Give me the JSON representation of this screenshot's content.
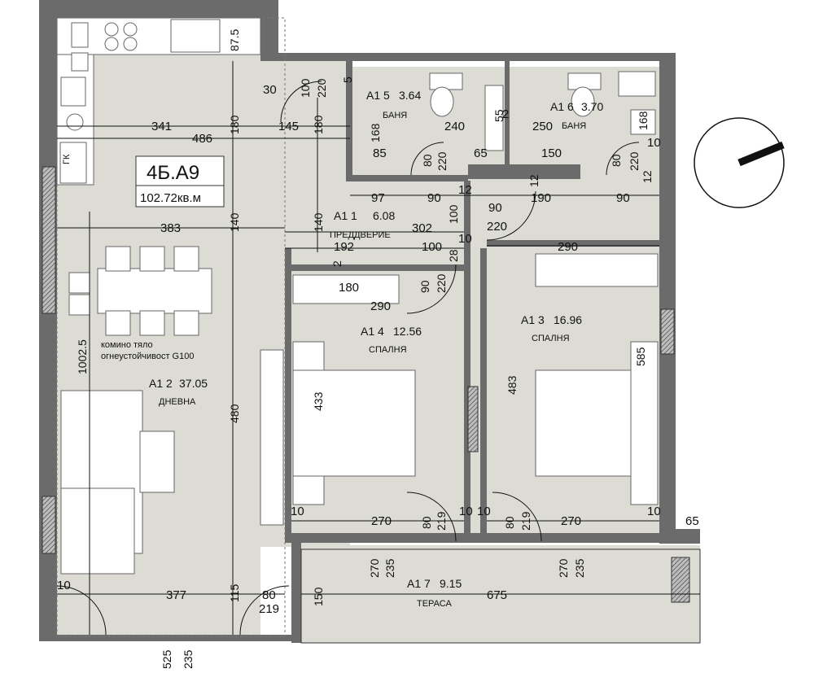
{
  "apartment": {
    "code": "4Б.А9",
    "area": "102.72кв.м"
  },
  "rooms": [
    {
      "id": "A1 1",
      "area": "6.08",
      "name": "ПРЕДДВЕРИЕ"
    },
    {
      "id": "A1 2",
      "area": "37.05",
      "name": "ДНЕВНА"
    },
    {
      "id": "A1 3",
      "area": "16.96",
      "name": "СПАЛНЯ"
    },
    {
      "id": "A1 4",
      "area": "12.56",
      "name": "СПАЛНЯ"
    },
    {
      "id": "A1 5",
      "area": "3.64",
      "name": "БАНЯ"
    },
    {
      "id": "A1 6",
      "area": "3.70",
      "name": "БАНЯ"
    },
    {
      "id": "A1 7",
      "area": "9.15",
      "name": "ТЕРАСА"
    }
  ],
  "notes": {
    "fireplace_line1": "комино тяло",
    "fireplace_line2": "огнеустойчивост G100",
    "gk": "ГК"
  },
  "dims": {
    "d341": "341",
    "d486": "486",
    "d145": "145",
    "d180a": "180",
    "d180b": "180",
    "d87_5": "87.5",
    "d30": "30",
    "d100a": "100",
    "d220a": "220",
    "d5": "5",
    "d168a": "168",
    "d85": "85",
    "d80a": "80",
    "d220b": "220",
    "d240": "240",
    "d2": "2",
    "d55": "55",
    "d250": "250",
    "d168b": "168",
    "d65a": "65",
    "d150a": "150",
    "d80b": "80",
    "d220c": "220",
    "d10a": "10",
    "d12a": "12",
    "d97": "97",
    "d90a": "90",
    "d12b": "12",
    "d190": "190",
    "d90b": "90",
    "d12c": "12",
    "d383": "383",
    "d140a": "140",
    "d140b": "140",
    "d302": "302",
    "d100b": "100",
    "d90c": "90",
    "d220d": "220",
    "d10b": "10",
    "d192": "192",
    "d100c": "100",
    "d290a": "290",
    "d28": "28",
    "d2b": "2",
    "d180c": "180",
    "d90d": "90",
    "d220e": "220",
    "d290b": "290",
    "d1002_5": "1002.5",
    "d433": "433",
    "d483": "483",
    "d585": "585",
    "d480": "480",
    "d10c": "10",
    "d270a": "270",
    "d80c": "80",
    "d219a": "219",
    "d10d": "10",
    "d10e": "10",
    "d80d": "80",
    "d219b": "219",
    "d270b": "270",
    "d10f": "10",
    "d65b": "65",
    "d270c": "270",
    "d235a": "235",
    "d270d": "270",
    "d235b": "235",
    "d10g": "10",
    "d377": "377",
    "d115": "115",
    "d80e": "80",
    "d219c": "219",
    "d150b": "150",
    "d675": "675",
    "d525": "525",
    "d235c": "235"
  },
  "colors": {
    "floor": "#dcdbd4",
    "wall": "#6b6b6b",
    "compass": "#111111"
  }
}
